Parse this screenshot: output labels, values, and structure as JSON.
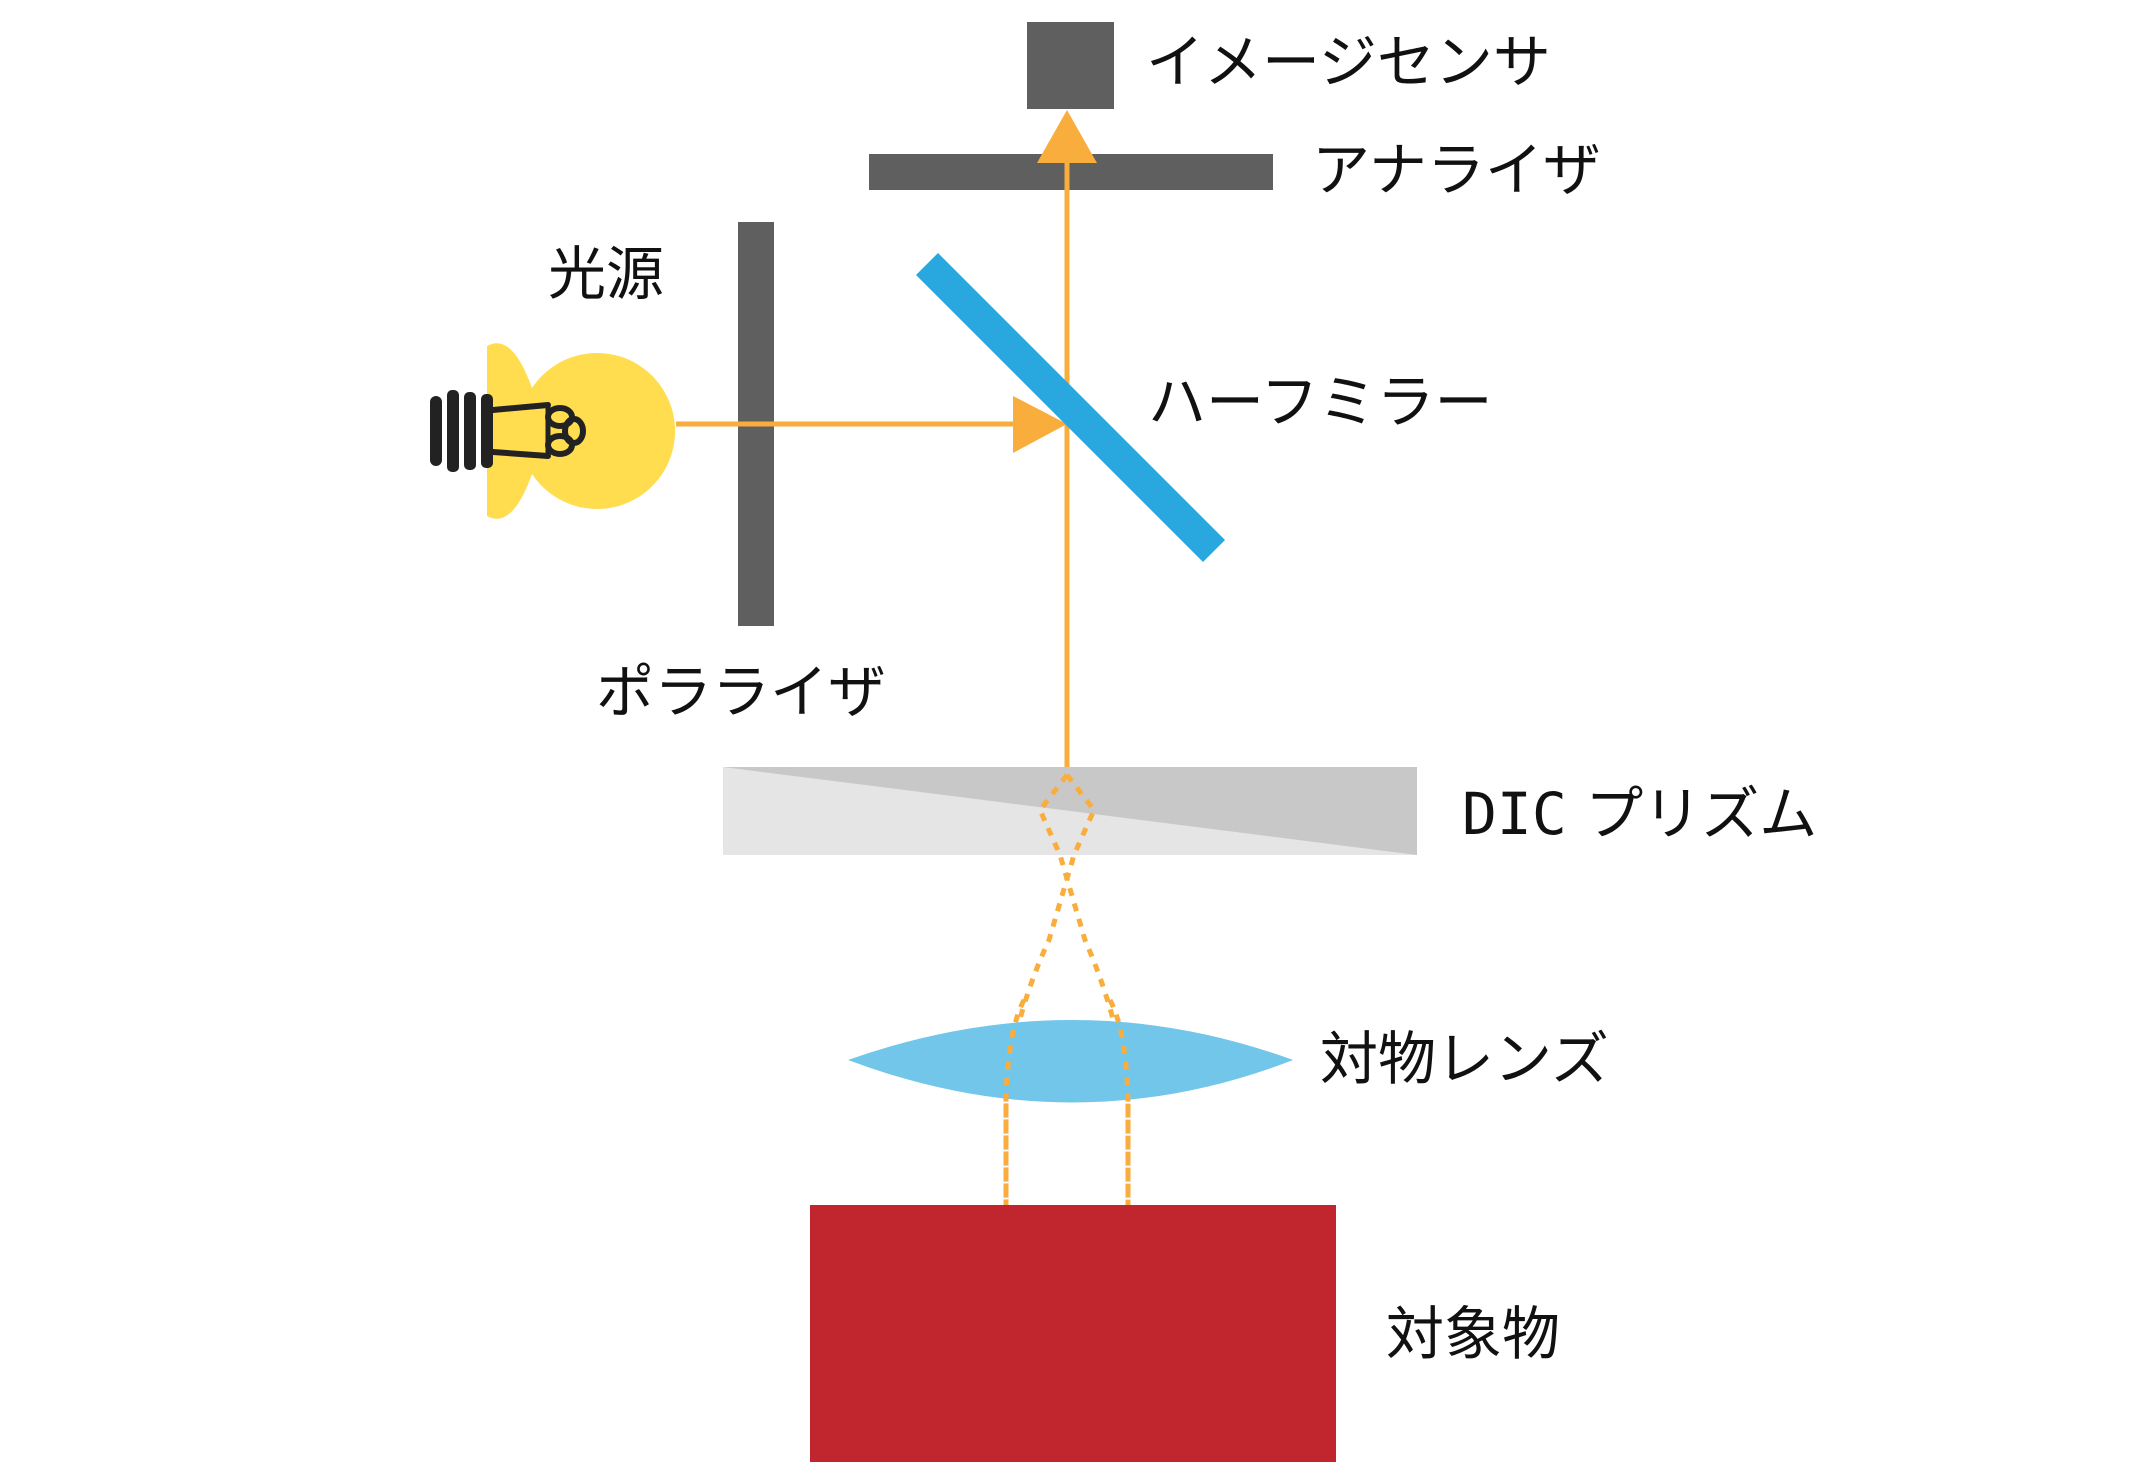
{
  "labels": {
    "image_sensor": "イメージセンサ",
    "analyzer": "アナライザ",
    "light_source": "光源",
    "half_mirror": "ハーフミラー",
    "polarizer": "ポラライザ",
    "dic_prefix": "DIC",
    "dic_prism": "プリズム",
    "objective_lens": "対物レンズ",
    "object": "対象物"
  },
  "colors": {
    "component_gray": "#5f5f5f",
    "light_path": "#f9ad3c",
    "half_mirror": "#29a8e0",
    "lens": "#72c6ea",
    "object": "#c1262f",
    "prism_light": "#e5e5e5",
    "prism_dark": "#c8c8c8",
    "bulb": "#ffdd4f",
    "bulb_base": "#222222"
  }
}
